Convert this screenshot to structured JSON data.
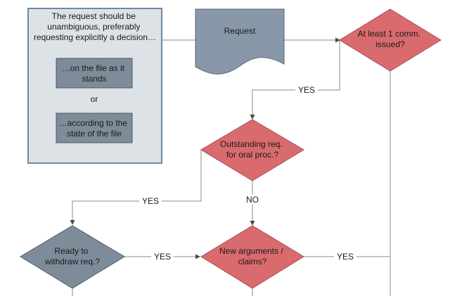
{
  "colors": {
    "note_fill": "#dde2e7",
    "note_border": "#6e87a6",
    "gray_node": "#7e8c9a",
    "document_node": "#8898a8",
    "red_diamond": "#d96b6e",
    "red_diamond_border": "#a84d50",
    "connector": "#8a8a8a"
  },
  "note": {
    "text_lines": [
      "The request should be",
      "unambiguous, preferably",
      "requesting explicitly a decision…"
    ],
    "option_a_lines": [
      "…on the file as it",
      "stands"
    ],
    "or_label": "or",
    "option_b_lines": [
      "…according to the",
      "state of the file"
    ]
  },
  "nodes": {
    "request": {
      "label": "Request"
    },
    "comm_issued": {
      "lines": [
        "At least 1 comm.",
        "issued?"
      ]
    },
    "outstanding_oral": {
      "lines": [
        "Outstanding req.",
        "for oral proc.?"
      ]
    },
    "ready_withdraw": {
      "lines": [
        "Ready to",
        "withdraw req.?"
      ]
    },
    "new_arguments": {
      "lines": [
        "New arguments /",
        "claims?"
      ]
    }
  },
  "edge_labels": {
    "comm_yes": "YES",
    "outstanding_yes": "YES",
    "outstanding_no": "NO",
    "ready_yes": "YES",
    "arguments_yes": "YES"
  }
}
